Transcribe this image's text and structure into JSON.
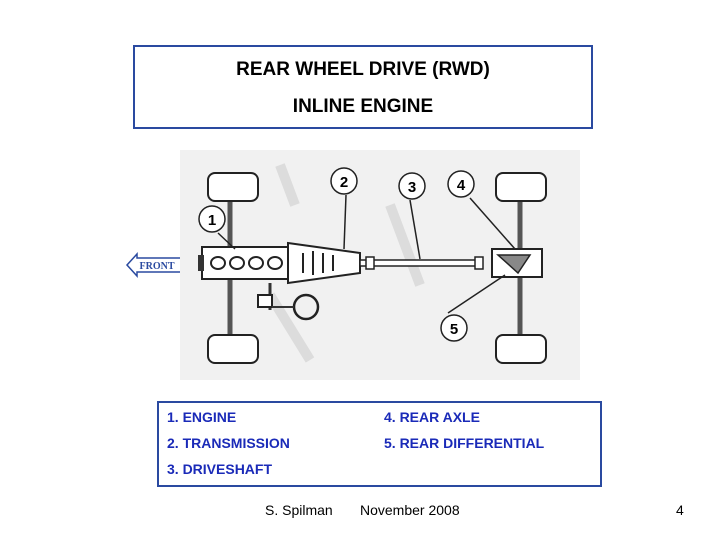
{
  "title": {
    "line1": "REAR WHEEL DRIVE  (RWD)",
    "line2": "INLINE ENGINE"
  },
  "diagram": {
    "front_label": "FRONT",
    "callouts": [
      "1",
      "2",
      "3",
      "4",
      "5"
    ]
  },
  "legend": {
    "items": [
      "1. ENGINE",
      "2. TRANSMISSION",
      "3. DRIVESHAFT",
      "4. REAR AXLE",
      "5. REAR DIFFERENTIAL"
    ]
  },
  "footer": {
    "author": "S. Spilman",
    "date": "November 2008",
    "page": "4"
  },
  "colors": {
    "border": "#2a4aa0",
    "legend_text": "#1a2ab8"
  }
}
